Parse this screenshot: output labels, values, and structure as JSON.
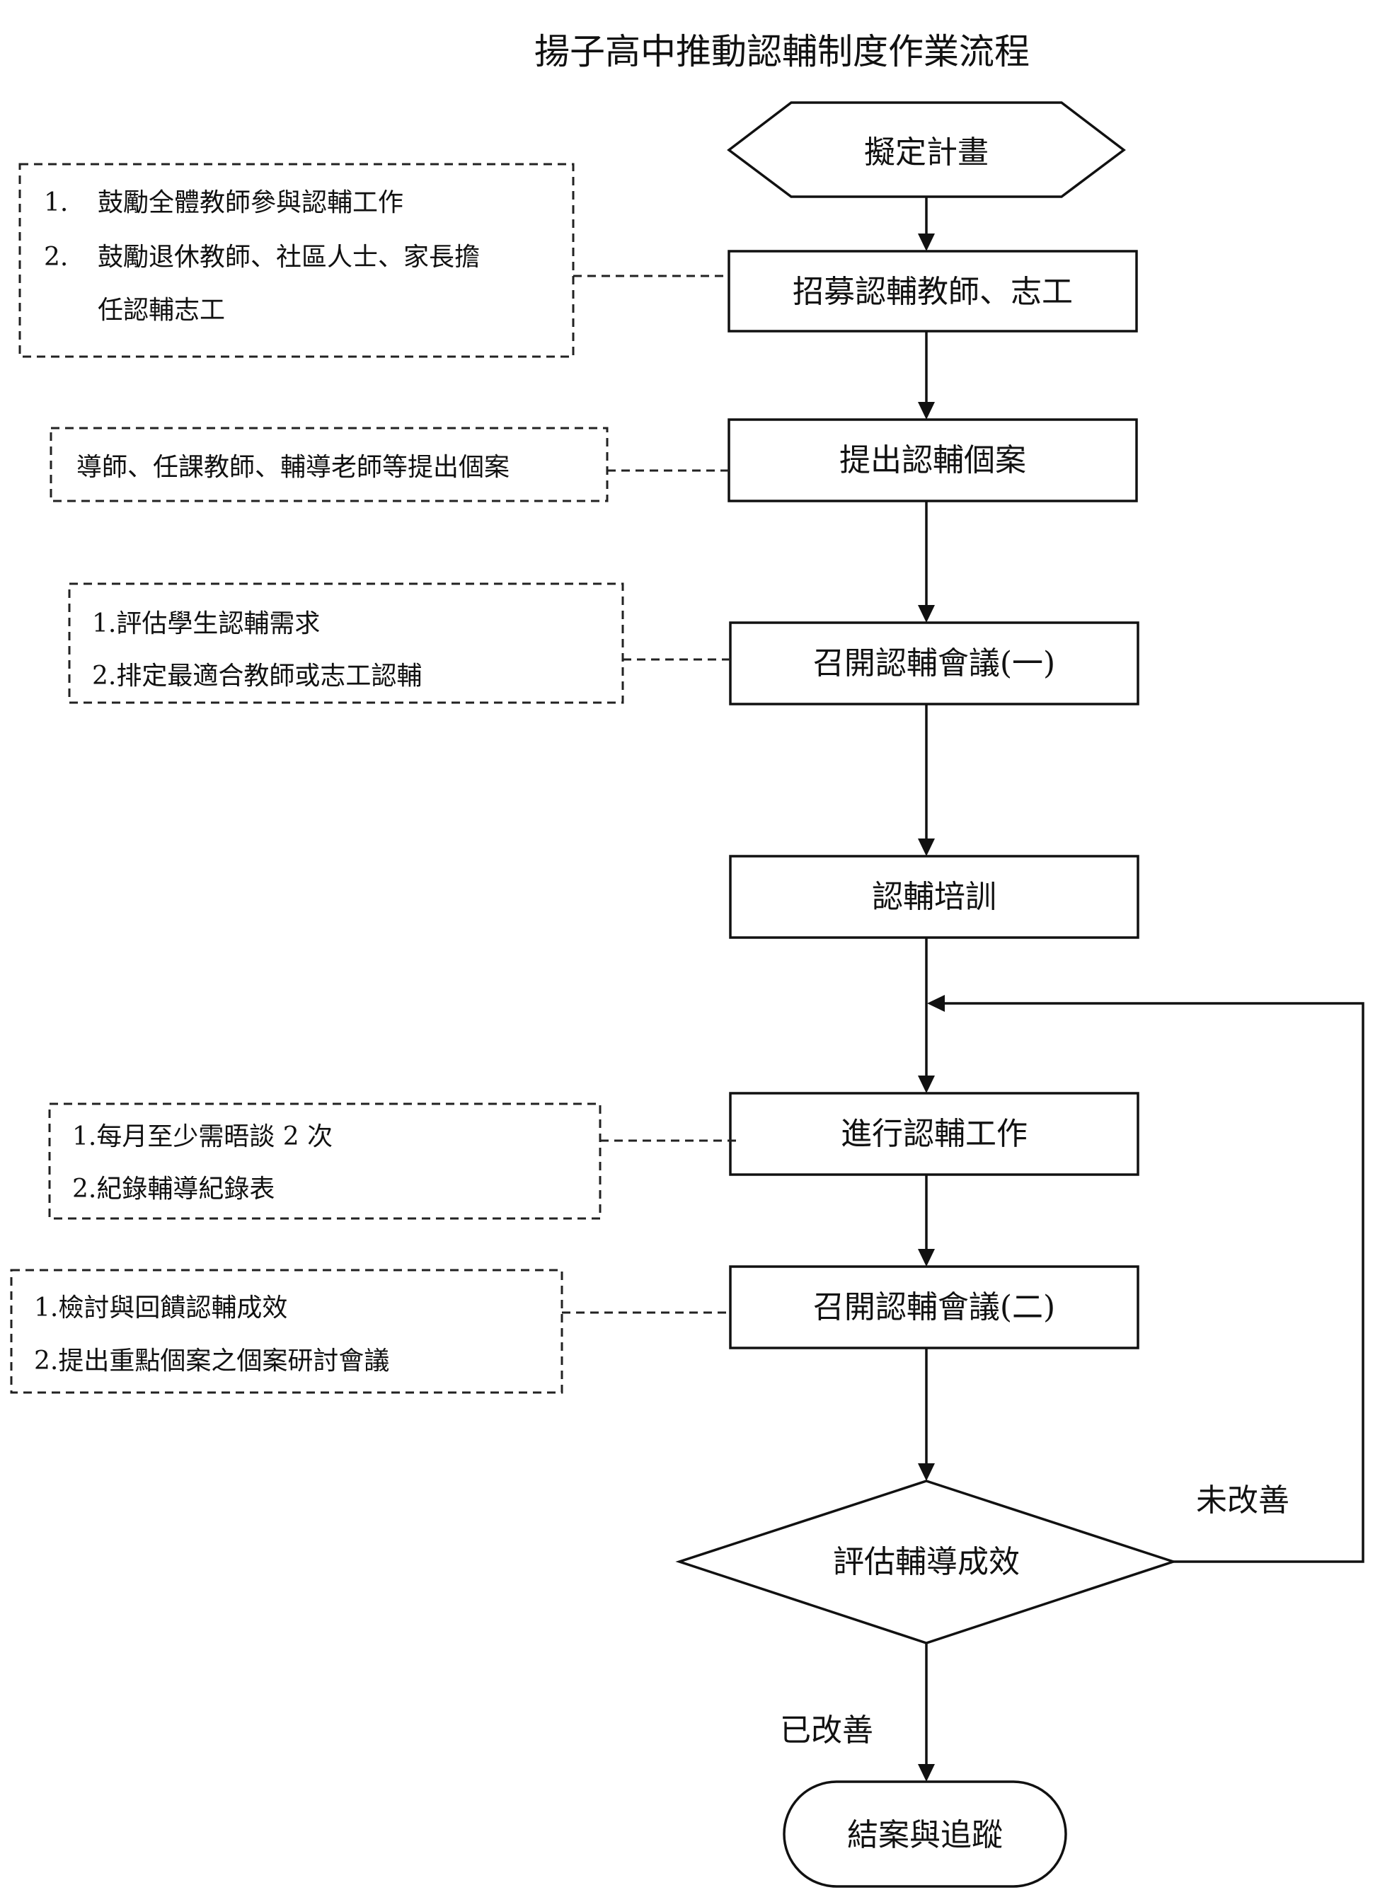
{
  "title": "揚子高中推動認輔制度作業流程",
  "nodes": {
    "plan": "擬定計畫",
    "recruit": "招募認輔教師、志工",
    "propose": "提出認輔個案",
    "meeting1": "召開認輔會議(一)",
    "training": "認輔培訓",
    "work": "進行認輔工作",
    "meeting2": "召開認輔會議(二)",
    "evaluate": "評估輔導成效",
    "close": "結案與追蹤"
  },
  "branches": {
    "not_improved": "未改善",
    "improved": "已改善"
  },
  "notes": {
    "recruit": {
      "item1_num": "1.",
      "item1": "鼓勵全體教師參與認輔工作",
      "item2_num": "2.",
      "item2_line1": "鼓勵退休教師、社區人士、家長擔",
      "item2_line2": "任認輔志工"
    },
    "propose": {
      "item1": "導師、任課教師、輔導老師等提出個案"
    },
    "meeting1": {
      "item1": "1.評估學生認輔需求",
      "item2": "2.排定最適合教師或志工認輔"
    },
    "work": {
      "item1": "1.每月至少需晤談 2 次",
      "item2": "2.紀錄輔導紀錄表"
    },
    "meeting2": {
      "item1": "1.檢討與回饋認輔成效",
      "item2": "2.提出重點個案之個案研討會議"
    }
  }
}
